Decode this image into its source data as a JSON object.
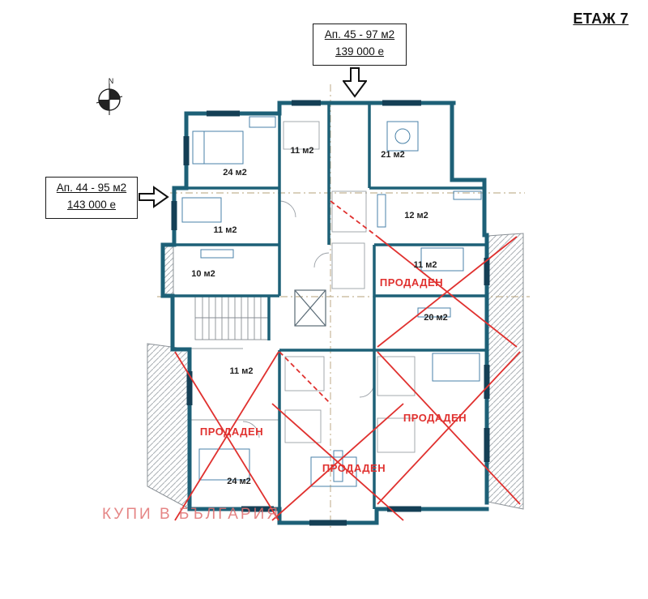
{
  "page_title": "ЕТАЖ 7",
  "callouts": {
    "top": {
      "line1": "Ап. 45 - 97 м2",
      "line2": "139 000 e"
    },
    "left": {
      "line1": "Ап. 44 - 95 м2",
      "line2": "143 000 e"
    }
  },
  "compass": {
    "label": "N"
  },
  "rooms": [
    {
      "label": "24 м2"
    },
    {
      "label": "11 м2"
    },
    {
      "label": "21 м2"
    },
    {
      "label": "12 м2"
    },
    {
      "label": "11 м2"
    },
    {
      "label": "11 м2"
    },
    {
      "label": "10 м2"
    },
    {
      "label": "20 м2"
    },
    {
      "label": "11 м2"
    },
    {
      "label": "24 м2"
    }
  ],
  "sold": {
    "label": "ПРОДАДЕН"
  },
  "watermark": "КУПИ В БЪЛГАРИЯ",
  "colors": {
    "wall_teal": "#1d6077",
    "window_navy": "#143f55",
    "sold_red": "#e0312f",
    "watermark_pink": "#e17070",
    "hatch_gray": "#aab0b5"
  }
}
